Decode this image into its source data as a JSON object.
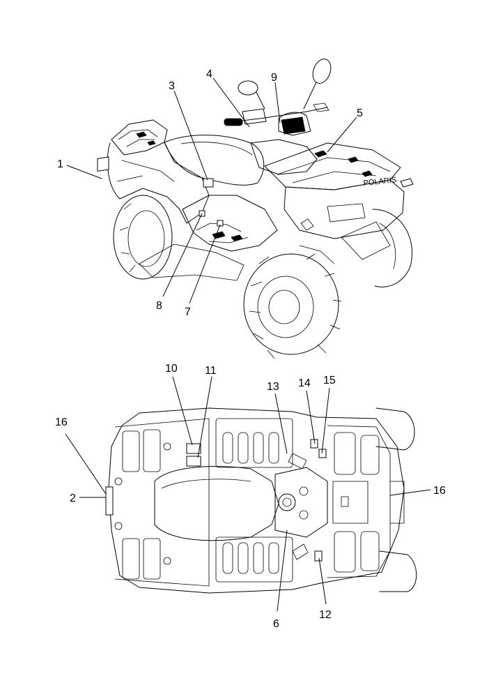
{
  "callouts": [
    {
      "id": "c1",
      "text": "1"
    },
    {
      "id": "c2",
      "text": "2"
    },
    {
      "id": "c3",
      "text": "3"
    },
    {
      "id": "c4",
      "text": "4"
    },
    {
      "id": "c5",
      "text": "5"
    },
    {
      "id": "c6",
      "text": "6"
    },
    {
      "id": "c7",
      "text": "7"
    },
    {
      "id": "c8",
      "text": "8"
    },
    {
      "id": "c9",
      "text": "9"
    },
    {
      "id": "c10",
      "text": "10"
    },
    {
      "id": "c11",
      "text": "11"
    },
    {
      "id": "c12",
      "text": "12"
    },
    {
      "id": "c13",
      "text": "13"
    },
    {
      "id": "c14",
      "text": "14"
    },
    {
      "id": "c15",
      "text": "15"
    },
    {
      "id": "c16a",
      "text": "16"
    },
    {
      "id": "c16b",
      "text": "16"
    }
  ],
  "brand_text": "POLARIS"
}
